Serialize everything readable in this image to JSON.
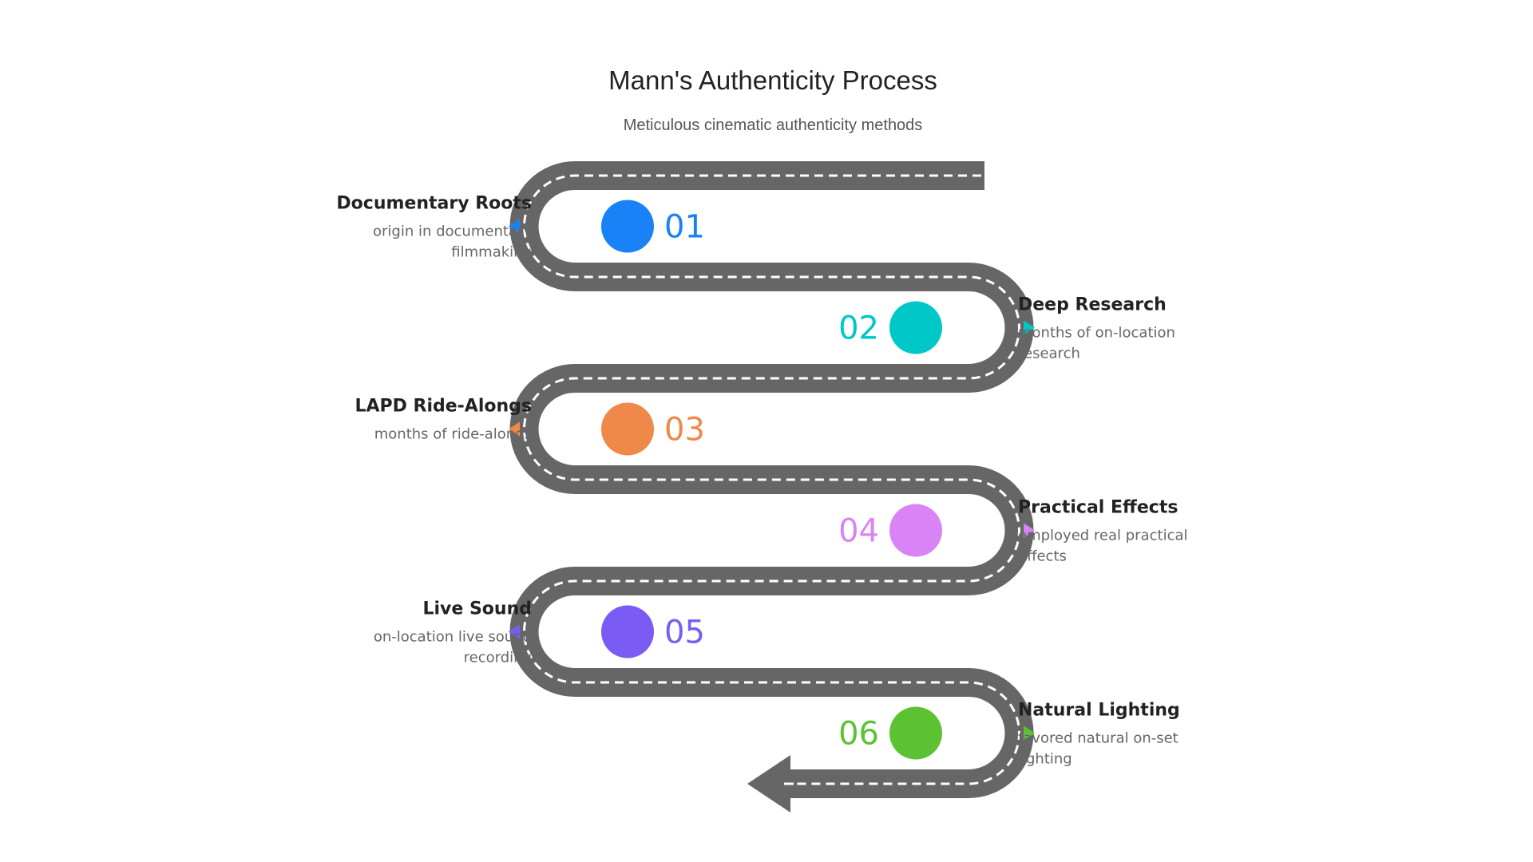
{
  "header": {
    "title": "Mann's Authenticity Process",
    "subtitle": "Meticulous cinematic authenticity methods"
  },
  "colors": {
    "road": "#666666",
    "lane_marking": "#ffffff",
    "title_text": "#222222",
    "description_text": "#666666"
  },
  "steps": [
    {
      "number": "01",
      "title": "Documentary Roots",
      "description": [
        "origin in documentary",
        "filmmaking"
      ],
      "color": "#1a82f7",
      "side": "left"
    },
    {
      "number": "02",
      "title": "Deep Research",
      "description": [
        "months of on-location",
        "research"
      ],
      "color": "#00c8c8",
      "side": "right"
    },
    {
      "number": "03",
      "title": "LAPD Ride-Alongs",
      "description": [
        "months of ride-alongs"
      ],
      "color": "#f0884a",
      "side": "left"
    },
    {
      "number": "04",
      "title": "Practical Effects",
      "description": [
        "employed real practical",
        "effects"
      ],
      "color": "#d884f6",
      "side": "right"
    },
    {
      "number": "05",
      "title": "Live Sound",
      "description": [
        "on-location live sound",
        "recording"
      ],
      "color": "#7a5cf5",
      "side": "left"
    },
    {
      "number": "06",
      "title": "Natural Lighting",
      "description": [
        "favored natural on-set",
        "lighting"
      ],
      "color": "#5cc232",
      "side": "right"
    }
  ]
}
